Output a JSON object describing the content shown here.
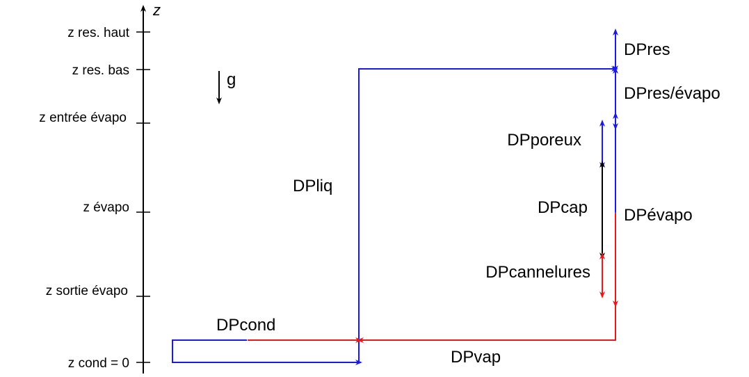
{
  "axis": {
    "title": "z",
    "levels": {
      "z_res_haut": "z res. haut",
      "z_res_bas": "z res. bas",
      "z_entree_evapo": "z entrée évapo",
      "z_evapo": "z évapo",
      "z_sortie_evapo": "z sortie évapo",
      "z_cond": "z cond = 0"
    }
  },
  "gravity_label": "g",
  "labels": {
    "dpres": "DPres",
    "dpres_evapo": "DPres/évapo",
    "dpporeux": "DPporeux",
    "dpliq": "DPliq",
    "dpcap": "DPcap",
    "dpevapo": "DPévapo",
    "dpcannelures": "DPcannelures",
    "dpcond": "DPcond",
    "dpvap": "DPvap"
  },
  "colors": {
    "liquid": "#1a1ae6",
    "vapor": "#e61a1a",
    "capillary": "#000000"
  }
}
